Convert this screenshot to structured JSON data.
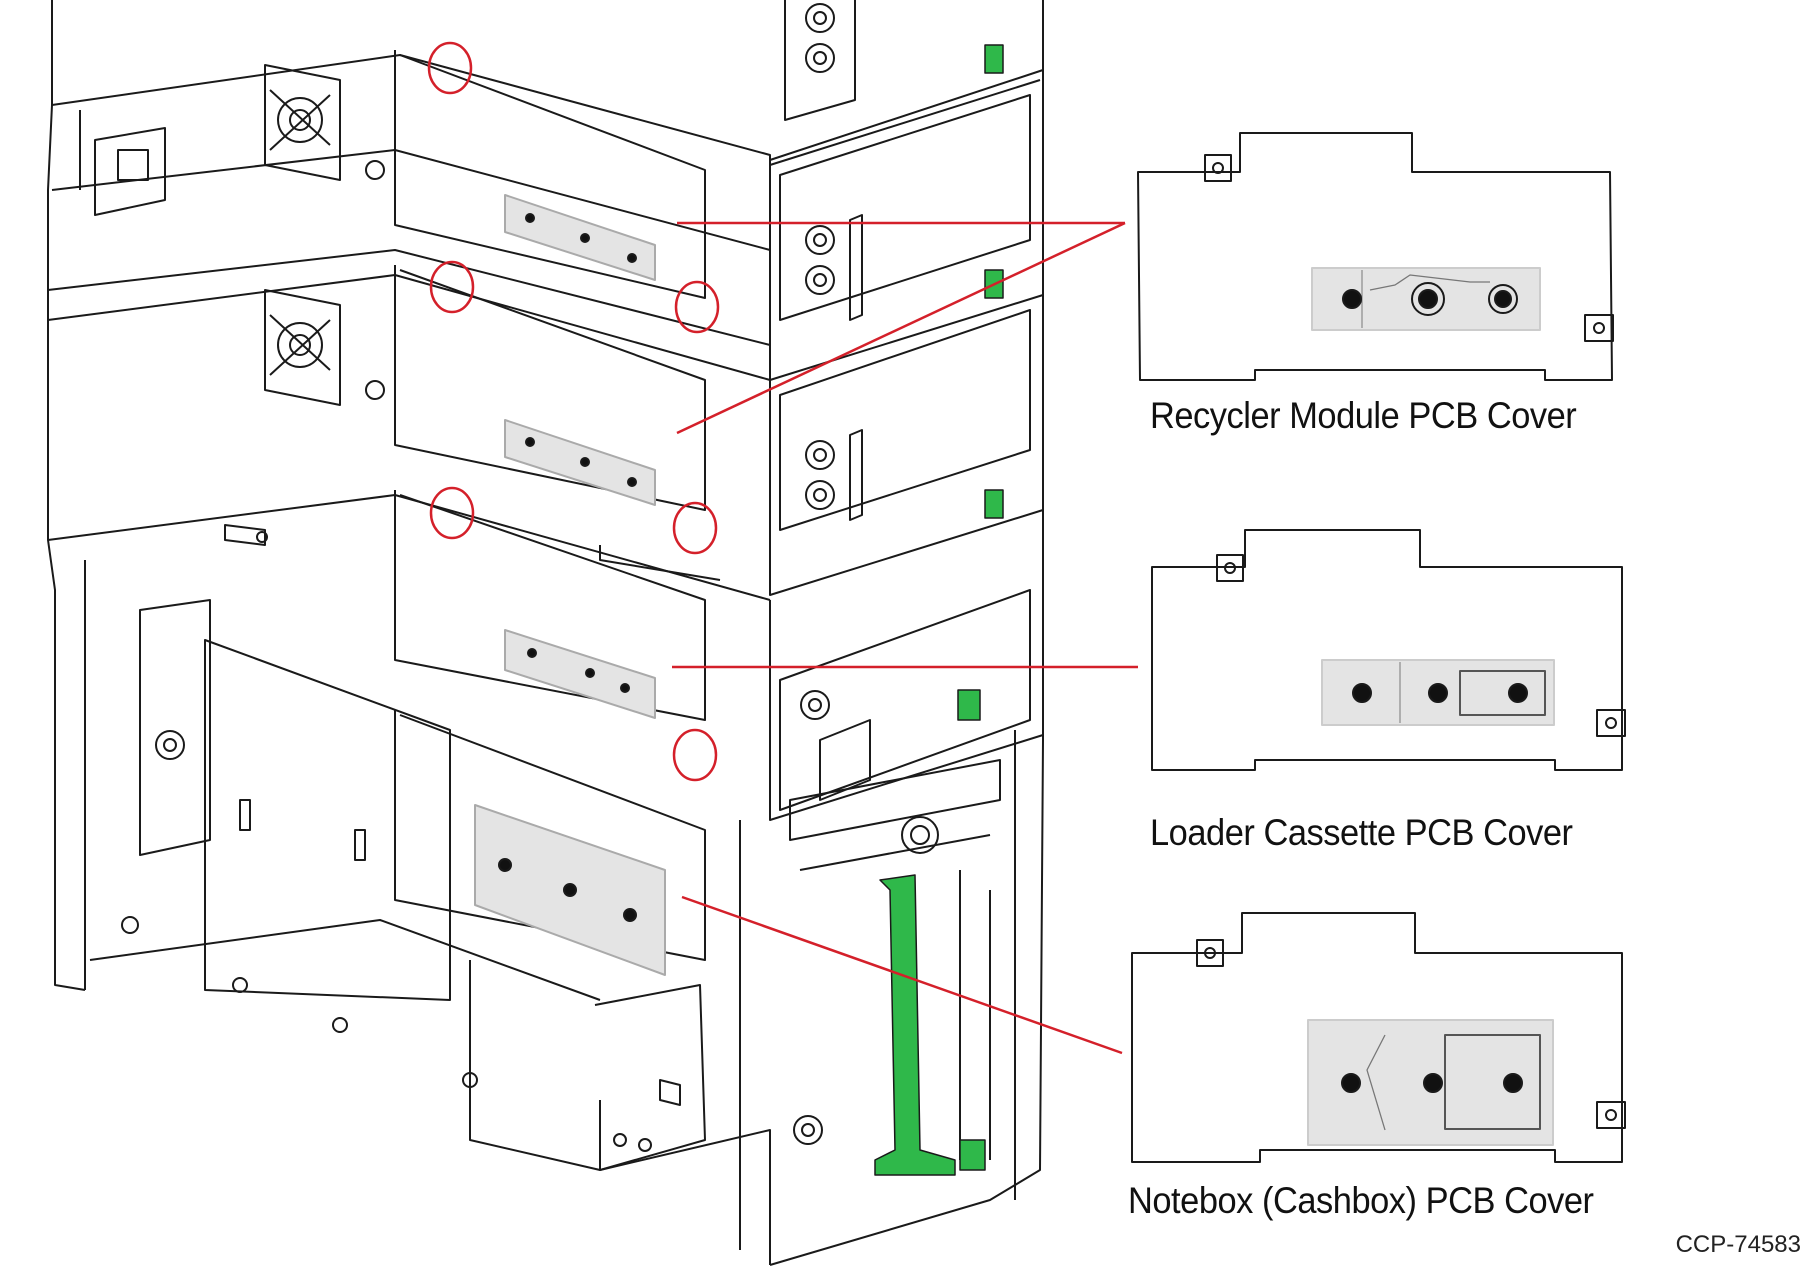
{
  "callouts": {
    "recycler": "Recycler Module PCB Cover",
    "loader": "Loader Cassette PCB Cover",
    "notebox": "Notebox (Cashbox) PCB Cover"
  },
  "figure_id": "CCP-74583",
  "colors": {
    "leader_line": "#d4202a",
    "highlight_circle": "#d4202a",
    "latch_green": "#2fb84a",
    "pcb_fill": "#e4e4e4",
    "outline": "#1a1a1a"
  },
  "icons": {
    "screw": "screw-icon",
    "latch": "green-latch-icon"
  }
}
